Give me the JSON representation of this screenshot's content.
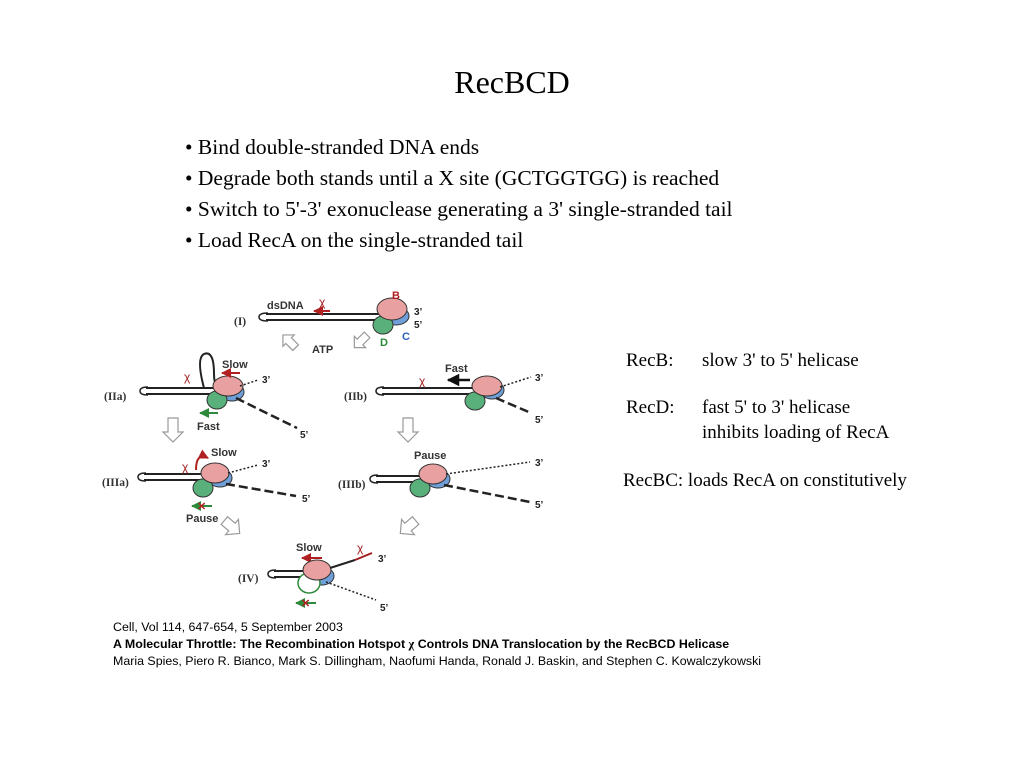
{
  "slide": {
    "title": "RecBCD",
    "bullets": [
      "• Bind double-stranded DNA ends",
      "• Degrade both stands until a Χ site (GCTGGTGG) is reached",
      "• Switch to 5'-3' exonuclease generating a 3' single-stranded tail",
      "• Load RecA on the single-stranded tail"
    ]
  },
  "roles": {
    "recb": {
      "name": "RecB:",
      "desc": "slow 3' to 5' helicase"
    },
    "recd": {
      "name": "RecD:",
      "desc_line1": "fast 5' to 3' helicase",
      "desc_line2": "inhibits loading of RecA"
    },
    "recbc": {
      "text": "RecBC: loads RecA on constitutively"
    }
  },
  "diagram": {
    "stages": {
      "I": "(I)",
      "IIa": "(IIa)",
      "IIb": "(IIb)",
      "IIIa": "(IIIa)",
      "IIIb": "(IIIb)",
      "IV": "(IV)"
    },
    "labels": {
      "dsdna": "dsDNA",
      "chi": "χ",
      "atp": "ATP",
      "b": "B",
      "c": "C",
      "d": "D",
      "slow": "Slow",
      "fast": "Fast",
      "pause": "Pause",
      "end3": "3’",
      "end5": "5’",
      "x": "✕"
    },
    "colors": {
      "recb": "#e8a0a0",
      "recc": "#6f9fd8",
      "recd": "#59b07a",
      "chi": "#a11d1d",
      "arrow_red": "#b02020",
      "arrow_green": "#2c8a3a"
    }
  },
  "citation": {
    "line1": "Cell, Vol 114, 647-654, 5 September 2003",
    "line2_pre": "A Molecular Throttle: The Recombination Hotspot ",
    "line2_chi": "χ",
    "line2_post": " Controls DNA Translocation by the RecBCD Helicase",
    "line3": "Maria Spies, Piero R. Bianco, Mark S. Dillingham, Naofumi Handa, Ronald J. Baskin, and Stephen C. Kowalczykowski"
  }
}
